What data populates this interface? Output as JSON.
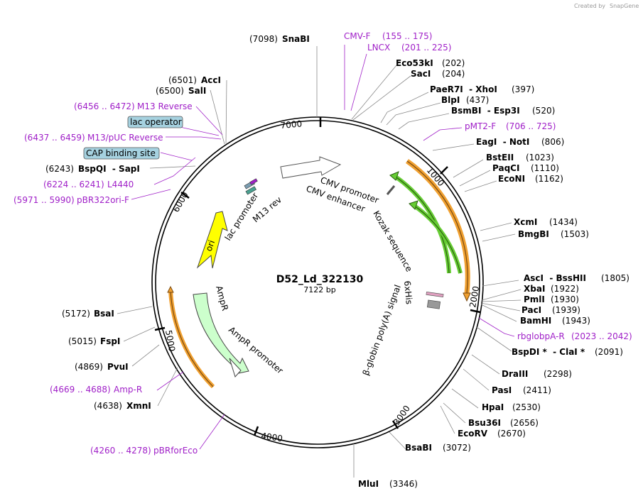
{
  "plasmid": {
    "name": "D52_Ld_322130",
    "size": "7122 bp",
    "length": 7122
  },
  "credit": {
    "prefix": "Created by",
    "brand": "SnapGene"
  },
  "ticks": [
    "1000",
    "2000",
    "3000",
    "4000",
    "5000",
    "6000",
    "7000"
  ],
  "enzymes": [
    {
      "name": "SnaBI",
      "pos": "(7098)"
    },
    {
      "name": "Eco53kI",
      "pos": "(202)"
    },
    {
      "name": "SacI",
      "pos": "(204)"
    },
    {
      "name": "PaeR7I  - XhoI",
      "pos": "(397)"
    },
    {
      "name": "BlpI",
      "pos": "(437)"
    },
    {
      "name": "BsmBI  - Esp3I",
      "pos": "(520)"
    },
    {
      "name": "EagI  - NotI",
      "pos": "(806)"
    },
    {
      "name": "BstEII",
      "pos": "(1023)"
    },
    {
      "name": "PaqCI",
      "pos": "(1110)"
    },
    {
      "name": "EcoNI",
      "pos": "(1162)"
    },
    {
      "name": "XcmI",
      "pos": "(1434)"
    },
    {
      "name": "BmgBI",
      "pos": "(1503)"
    },
    {
      "name": "AscI  - BssHII",
      "pos": "(1805)"
    },
    {
      "name": "XbaI",
      "pos": "(1922)"
    },
    {
      "name": "PmlI",
      "pos": "(1930)"
    },
    {
      "name": "PacI",
      "pos": "(1939)"
    },
    {
      "name": "BamHI",
      "pos": "(1943)"
    },
    {
      "name": "BspDI *  - ClaI *",
      "pos": "(2091)"
    },
    {
      "name": "DraIII",
      "pos": "(2298)"
    },
    {
      "name": "PasI",
      "pos": "(2411)"
    },
    {
      "name": "HpaI",
      "pos": "(2530)"
    },
    {
      "name": "Bsu36I",
      "pos": "(2656)"
    },
    {
      "name": "EcoRV",
      "pos": "(2670)"
    },
    {
      "name": "BsaBI",
      "pos": "(3072)"
    },
    {
      "name": "MluI",
      "pos": "(3346)"
    },
    {
      "name": "XmnI",
      "pos": "(4638)"
    },
    {
      "name": "PvuI",
      "pos": "(4869)"
    },
    {
      "name": "FspI",
      "pos": "(5015)"
    },
    {
      "name": "BsaI",
      "pos": "(5172)"
    },
    {
      "name": "BspQI  - SapI",
      "pos": "(6243)"
    },
    {
      "name": "SalI",
      "pos": "(6500)"
    },
    {
      "name": "AccI",
      "pos": "(6501)"
    }
  ],
  "primers": [
    {
      "name": "CMV-F",
      "range": "(155 .. 175)"
    },
    {
      "name": "LNCX",
      "range": "(201 .. 225)"
    },
    {
      "name": "pMT2-F",
      "range": "(706 .. 725)"
    },
    {
      "name": "rbglobpA-R",
      "range": "(2023 .. 2042)"
    },
    {
      "name": "pBRforEco",
      "range": "(4260 .. 4278)"
    },
    {
      "name": "Amp-R",
      "range": "(4669 .. 4688)"
    },
    {
      "name": "pBR322ori-F",
      "range": "(5971 .. 5990)"
    },
    {
      "name": "L4440",
      "range": "(6224 .. 6241)"
    },
    {
      "name": "M13/pUC Reverse",
      "range": "(6437 .. 6459)"
    },
    {
      "name": "M13 Reverse",
      "range": "(6456 .. 6472)"
    }
  ],
  "boxed_features": [
    "lac operator",
    "CAP binding site"
  ],
  "features": {
    "cmv_promoter": "CMV promoter",
    "cmv_enhancer": "CMV enhancer",
    "kozak": "Kozak sequence",
    "his": "6xHis",
    "polya": "β-globin poly(A) signal",
    "ori": "ori",
    "ampr": "AmpR",
    "ampr_promoter": "AmpR promoter",
    "lac_promoter": "lac promoter",
    "m13_rev": "M13 rev"
  },
  "colors": {
    "primer": "#a020c8",
    "ori": "#ffff00",
    "ampr": "#ccffcc",
    "orange": "#f0a030",
    "green": "#66cc33",
    "boxed_fill": "#a6d2e0"
  }
}
